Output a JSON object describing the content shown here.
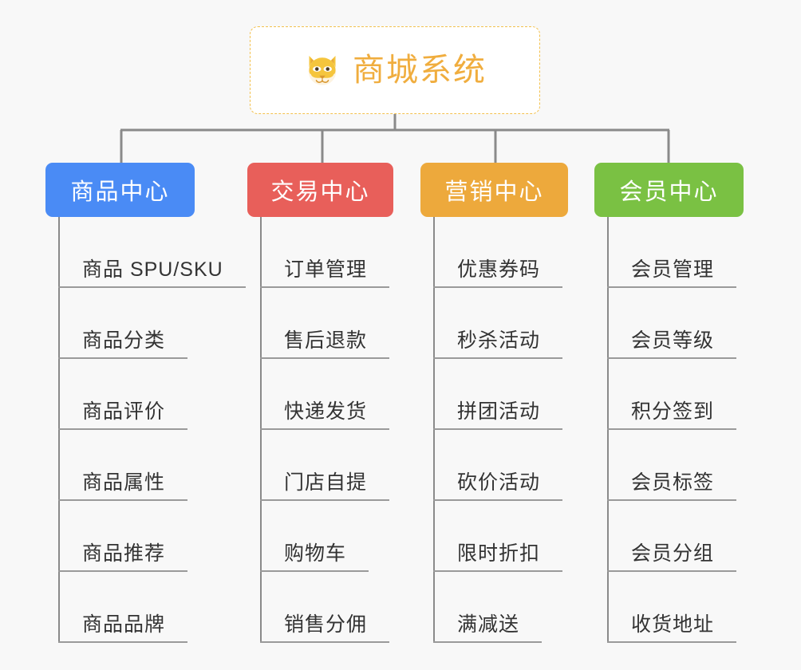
{
  "page": {
    "title": "商城系统功能架构图",
    "background_color": "#f8f8f8"
  },
  "root": {
    "label": "商城系统",
    "icon": "shiba-dog-icon",
    "text_color": "#f0ad3e",
    "border_color": "#f3c14e",
    "background_color": "#ffffff"
  },
  "branches": [
    {
      "label": "商品中心",
      "color": "#4a8bf5",
      "text_color": "#ffffff",
      "items": [
        "商品 SPU/SKU",
        "商品分类",
        "商品评价",
        "商品属性",
        "商品推荐",
        "商品品牌"
      ]
    },
    {
      "label": "交易中心",
      "color": "#e85f5a",
      "text_color": "#ffffff",
      "items": [
        "订单管理",
        "售后退款",
        "快递发货",
        "门店自提",
        "购物车",
        "销售分佣"
      ]
    },
    {
      "label": "营销中心",
      "color": "#eda93c",
      "text_color": "#ffffff",
      "items": [
        "优惠券码",
        "秒杀活动",
        "拼团活动",
        "砍价活动",
        "限时折扣",
        "满减送"
      ]
    },
    {
      "label": "会员中心",
      "color": "#7ac143",
      "text_color": "#ffffff",
      "items": [
        "会员管理",
        "会员等级",
        "积分签到",
        "会员标签",
        "会员分组",
        "收货地址"
      ]
    }
  ],
  "connector": {
    "color": "#8a8a8a",
    "leaf_line_color": "#9a9a9a"
  }
}
